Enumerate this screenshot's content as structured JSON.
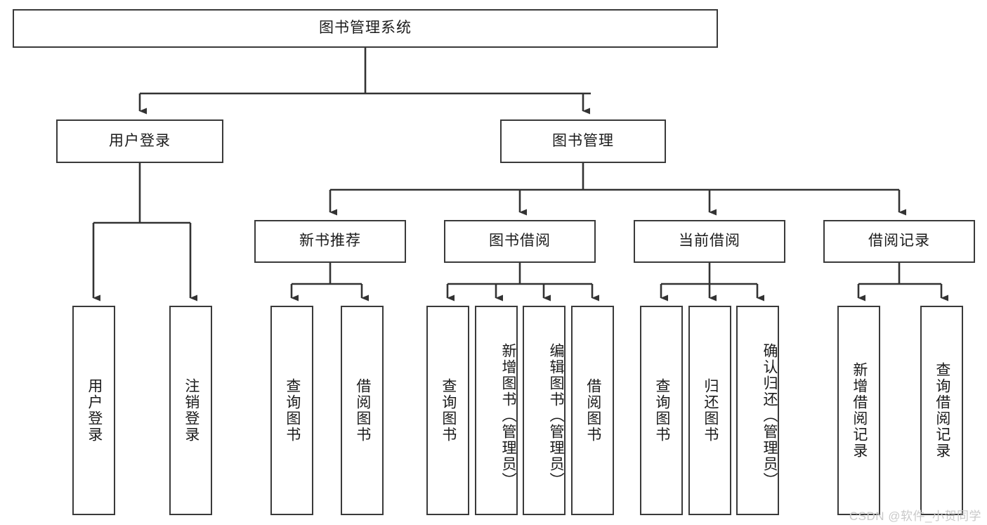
{
  "diagram": {
    "type": "tree-hierarchy",
    "title": "图书管理系统",
    "colors": {
      "box_border": "#3a3a3a",
      "box_fill": "#ffffff",
      "connector": "#333333",
      "text": "#1b1b1b",
      "watermark": "#c9c9c9",
      "background": "#ffffff"
    },
    "levels": [
      {
        "level": 1,
        "nodes": [
          {
            "id": "root",
            "label": "图书管理系统",
            "orientation": "horizontal"
          }
        ]
      },
      {
        "level": 2,
        "nodes": [
          {
            "id": "login",
            "label": "用户登录",
            "orientation": "horizontal",
            "parent": "root"
          },
          {
            "id": "bookmgmt",
            "label": "图书管理",
            "orientation": "horizontal",
            "parent": "root"
          }
        ]
      },
      {
        "level": 3,
        "nodes": [
          {
            "id": "newbook",
            "label": "新书推荐",
            "orientation": "horizontal",
            "parent": "bookmgmt"
          },
          {
            "id": "borrow",
            "label": "图书借阅",
            "orientation": "horizontal",
            "parent": "bookmgmt"
          },
          {
            "id": "current",
            "label": "当前借阅",
            "orientation": "horizontal",
            "parent": "bookmgmt"
          },
          {
            "id": "records",
            "label": "借阅记录",
            "orientation": "horizontal",
            "parent": "bookmgmt"
          }
        ]
      },
      {
        "level": 4,
        "nodes": [
          {
            "id": "leaf-user-login",
            "label": "用户登录",
            "orientation": "vertical",
            "parent": "login"
          },
          {
            "id": "leaf-logout",
            "label": "注销登录",
            "orientation": "vertical",
            "parent": "login"
          },
          {
            "id": "leaf-query-book-1",
            "label": "查询图书",
            "orientation": "vertical",
            "parent": "newbook"
          },
          {
            "id": "leaf-borrow-book-1",
            "label": "借阅图书",
            "orientation": "vertical",
            "parent": "newbook"
          },
          {
            "id": "leaf-query-book-2",
            "label": "查询图书",
            "orientation": "vertical",
            "parent": "borrow"
          },
          {
            "id": "leaf-add-book",
            "label": "新增图书（管理员）",
            "orientation": "vertical",
            "parent": "borrow"
          },
          {
            "id": "leaf-edit-book",
            "label": "编辑图书（管理员）",
            "orientation": "vertical",
            "parent": "borrow"
          },
          {
            "id": "leaf-borrow-book-2",
            "label": "借阅图书",
            "orientation": "vertical",
            "parent": "borrow"
          },
          {
            "id": "leaf-query-book-3",
            "label": "查询图书",
            "orientation": "vertical",
            "parent": "current"
          },
          {
            "id": "leaf-return-book",
            "label": "归还图书",
            "orientation": "vertical",
            "parent": "current"
          },
          {
            "id": "leaf-confirm-return",
            "label": "确认归还（管理员）",
            "orientation": "vertical",
            "parent": "current"
          },
          {
            "id": "leaf-add-record",
            "label": "新增借阅记录",
            "orientation": "vertical",
            "parent": "records"
          },
          {
            "id": "leaf-query-record",
            "label": "查询借阅记录",
            "orientation": "vertical",
            "parent": "records"
          }
        ]
      }
    ]
  },
  "watermark": {
    "text": "CSDN @软件_小贺同学"
  }
}
